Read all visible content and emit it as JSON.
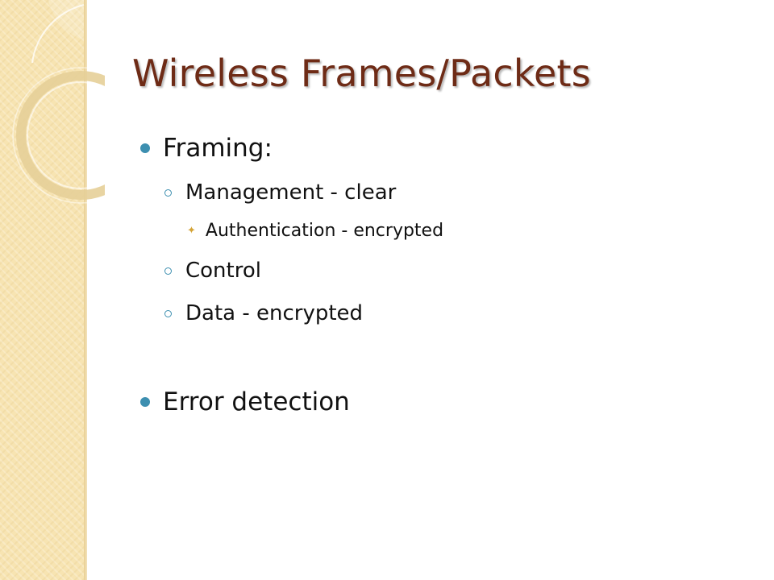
{
  "slide": {
    "title": "Wireless Frames/Packets",
    "bullets": [
      {
        "level": 1,
        "text": "Framing:"
      },
      {
        "level": 2,
        "text": "Management - clear"
      },
      {
        "level": 3,
        "text": "Authentication - encrypted"
      },
      {
        "level": 2,
        "text": "Control"
      },
      {
        "level": 2,
        "text": "Data - encrypted"
      },
      {
        "level": 1,
        "text": "Error detection"
      }
    ]
  },
  "theme": {
    "title_color": "#6e2b16",
    "bullet_color": "#3d8fb0",
    "sub_sub_bullet_color": "#d4a437",
    "band_color": "#f7e4b2"
  }
}
